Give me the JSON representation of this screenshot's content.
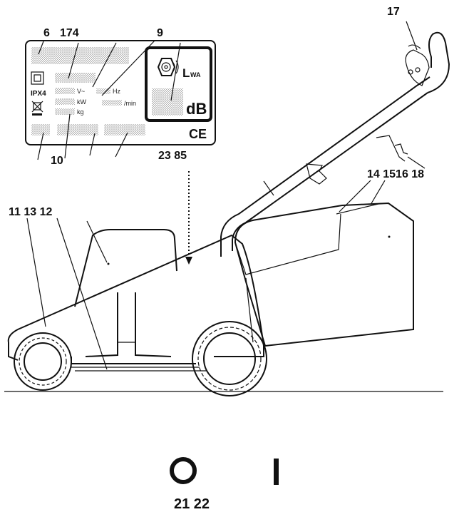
{
  "callouts": {
    "c6": "6",
    "c17_4": "174",
    "c9": "9",
    "c17": "17",
    "c10": "10",
    "c23_85": "23 85",
    "c14_15_16_18": "14 1516 18",
    "c11_13_12": "11 13 12",
    "c21_22": "21 22"
  },
  "plate": {
    "protection": "IPX4",
    "volt": "V~",
    "hz": "Hz",
    "kw": "kW",
    "rpm": "/min",
    "kg": "kg",
    "lwa": "L",
    "lwa_sub": "WA",
    "db": "dB",
    "ce": "CE"
  },
  "switch_symbols": {
    "off": "O",
    "on": "I"
  }
}
